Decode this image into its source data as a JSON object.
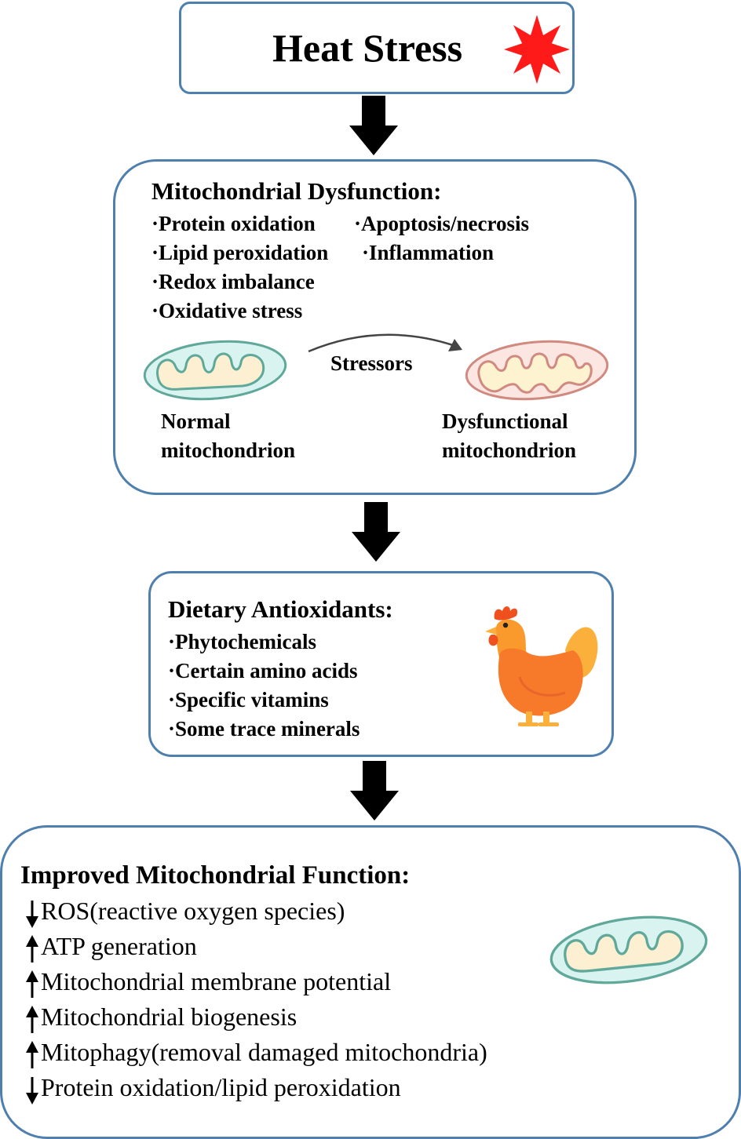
{
  "heat_stress": {
    "title": "Heat Stress",
    "icon": "sun-icon",
    "icon_color": "#ff1a1a"
  },
  "dysfunction": {
    "title": "Mitochondrial Dysfunction:",
    "col1": [
      "·Protein oxidation",
      "·Lipid peroxidation",
      "·Redox imbalance",
      "·Oxidative stress"
    ],
    "col2": [
      "·Apoptosis/necrosis",
      "·Inflammation"
    ],
    "normal_label_1": "Normal",
    "normal_label_2": "mitochondrion",
    "stressor_label": "Stressors",
    "dysfunctional_label_1": "Dysfunctional",
    "dysfunctional_label_2": "mitochondrion"
  },
  "antioxidants": {
    "title": "Dietary Antioxidants:",
    "items": [
      "·Phytochemicals",
      "·Certain amino acids",
      "·Specific vitamins",
      "·Some trace minerals"
    ],
    "icon": "chicken-icon"
  },
  "improved": {
    "title": "Improved Mitochondrial Function:",
    "items": [
      {
        "dir": "down",
        "text": "ROS(reactive oxygen species)"
      },
      {
        "dir": "up",
        "text": "ATP generation"
      },
      {
        "dir": "up",
        "text": "Mitochondrial membrane potential"
      },
      {
        "dir": "up",
        "text": "Mitochondrial biogenesis"
      },
      {
        "dir": "up",
        "text": "Mitophagy(removal damaged mitochondria)"
      },
      {
        "dir": "down",
        "text": "Protein oxidation/lipid peroxidation"
      }
    ]
  },
  "colors": {
    "box_border": "#4f7fad",
    "normal_mito_outer": "#d9f3f0",
    "normal_mito_stroke": "#5fa89a",
    "mito_inner": "#fdf0d2",
    "dysfunctional_mito_outer": "#fbe6e2",
    "dysfunctional_mito_stroke": "#d08a80"
  }
}
